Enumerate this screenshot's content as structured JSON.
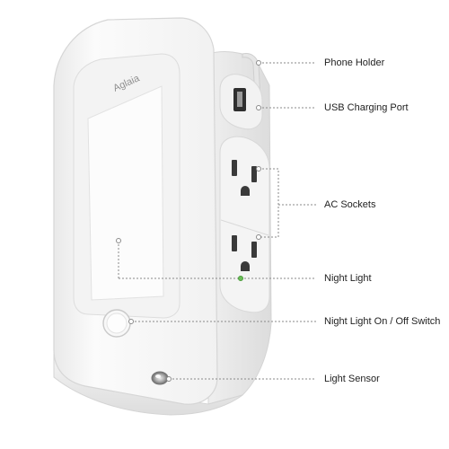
{
  "brand": "Aglaia",
  "callouts": [
    {
      "id": "phone-holder",
      "label": "Phone Holder"
    },
    {
      "id": "usb-port",
      "label": "USB Charging Port"
    },
    {
      "id": "ac-sockets",
      "label": "AC Sockets"
    },
    {
      "id": "night-light",
      "label": "Night Light"
    },
    {
      "id": "switch",
      "label": "Night Light On / Off Switch"
    },
    {
      "id": "light-sensor",
      "label": "Light Sensor"
    }
  ],
  "colors": {
    "body": "#f7f7f7",
    "edge": "#d9d9d9",
    "panel": "#fbfbfb",
    "leader": "#8a8a8a",
    "text": "#222222"
  }
}
